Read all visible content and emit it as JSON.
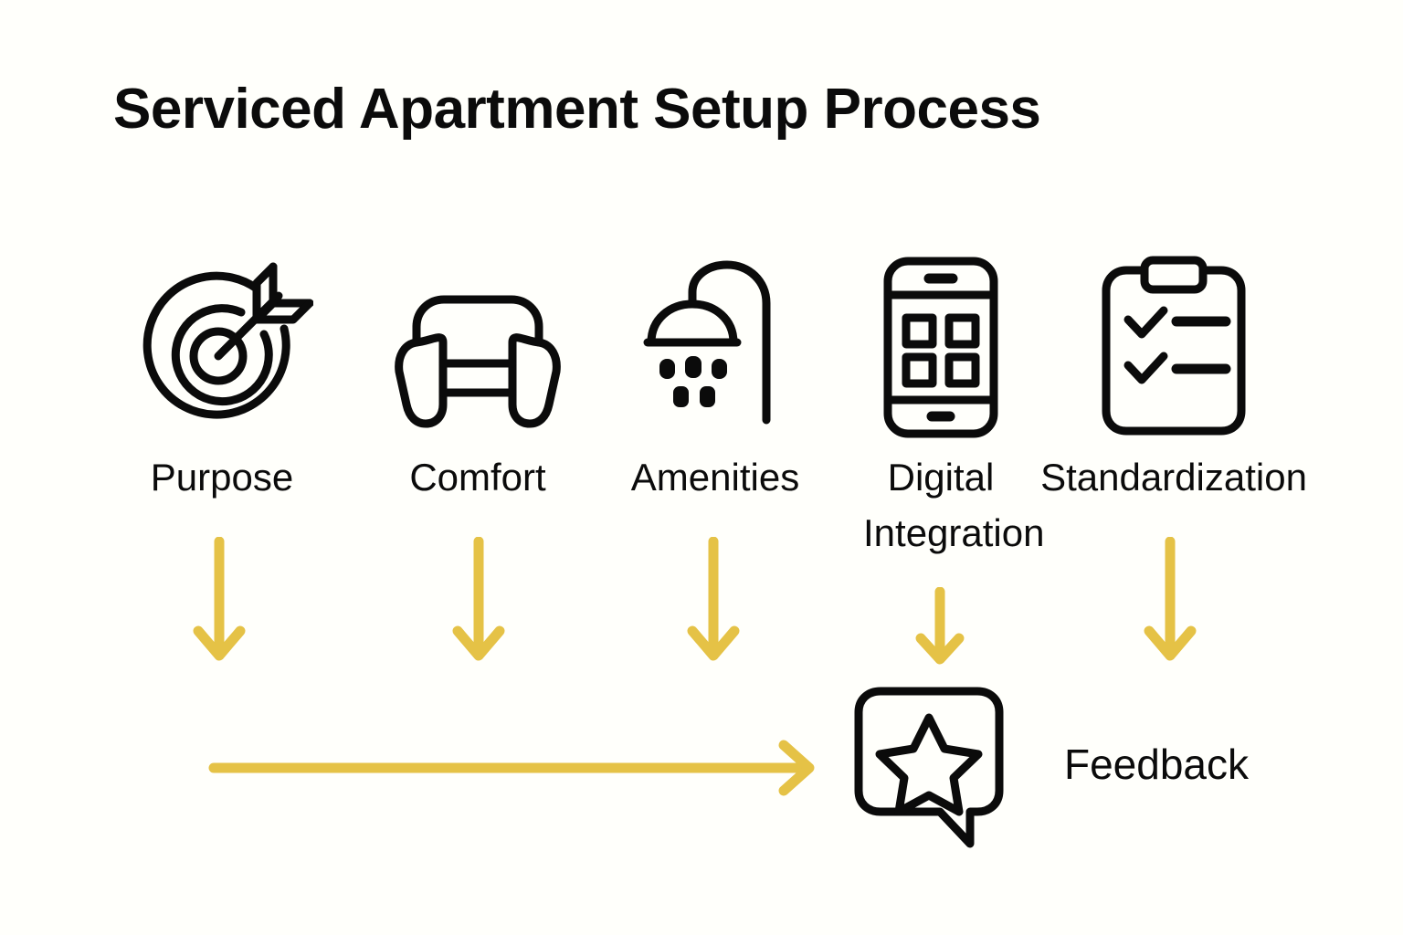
{
  "page": {
    "title": "Serviced Apartment Setup Process",
    "background_color": "#FFFFFB",
    "ink_color": "#0B0B0B",
    "accent_color": "#E5C246"
  },
  "steps": [
    {
      "id": "purpose",
      "label": "Purpose",
      "icon": "target-arrow-icon"
    },
    {
      "id": "comfort",
      "label": "Comfort",
      "icon": "armchair-icon"
    },
    {
      "id": "amenities",
      "label": "Amenities",
      "icon": "shower-head-icon"
    },
    {
      "id": "digital",
      "label": "Digital Integration",
      "icon": "smartphone-apps-icon"
    },
    {
      "id": "standardization",
      "label": "Standardization",
      "icon": "clipboard-checklist-icon"
    }
  ],
  "outcome": {
    "label": "Feedback",
    "icon": "speech-bubble-star-icon"
  },
  "arrows": {
    "down_count": 5,
    "flow_label": ""
  }
}
